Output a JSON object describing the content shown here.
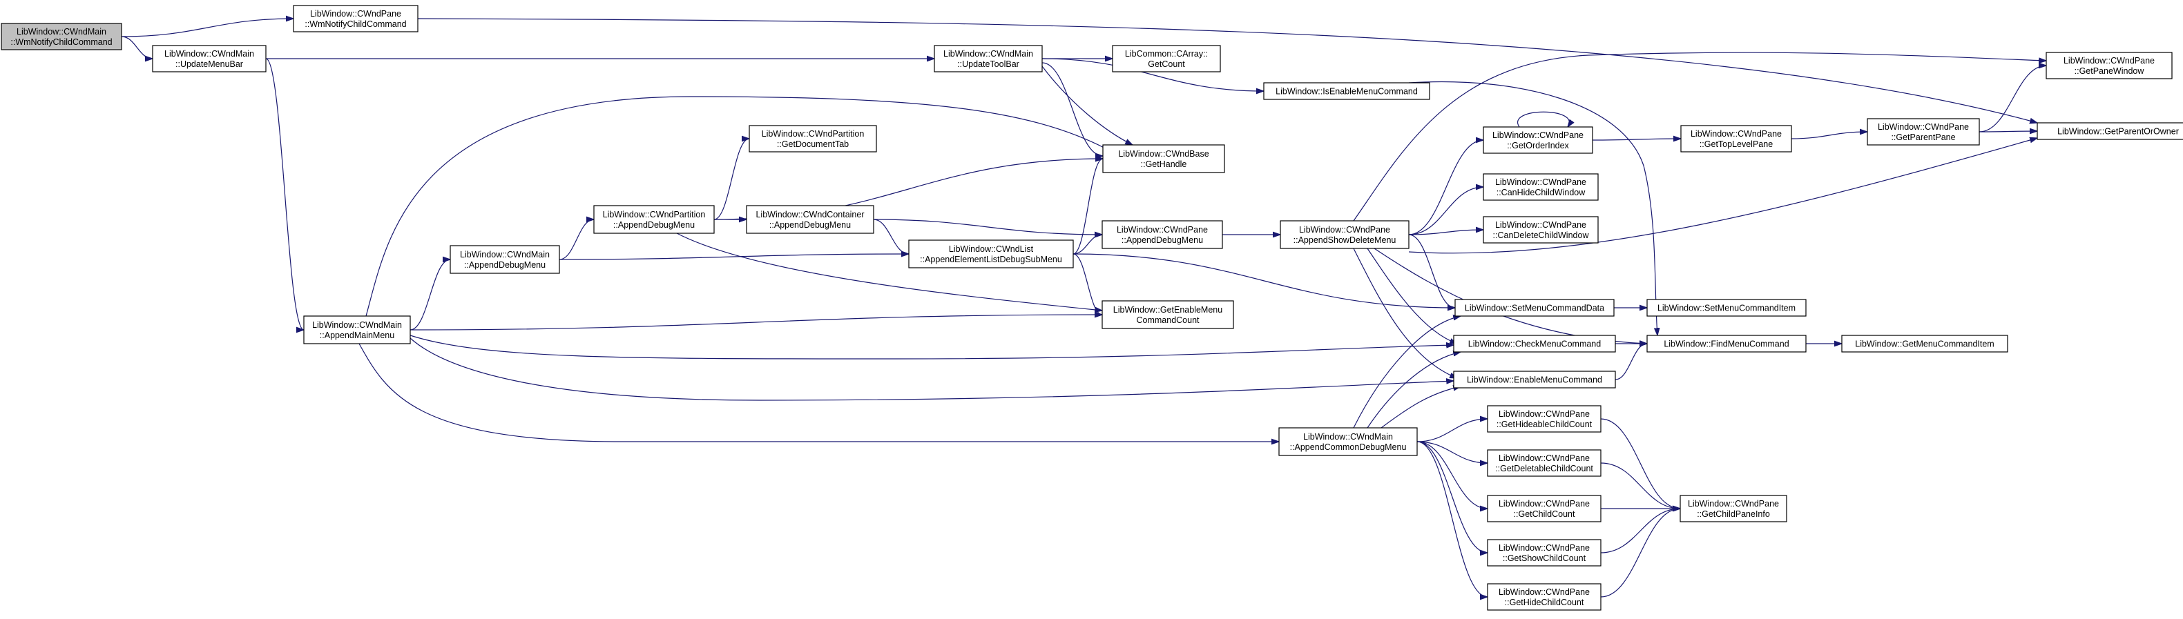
{
  "diagram": {
    "nodes": [
      {
        "id": "root",
        "lines": [
          "LibWindow::CWndMain",
          "::WmNotifyChildCommand"
        ]
      },
      {
        "id": "wmpane",
        "lines": [
          "LibWindow::CWndPane",
          "::WmNotifyChildCommand"
        ]
      },
      {
        "id": "updmenubar",
        "lines": [
          "LibWindow::CWndMain",
          "::UpdateMenuBar"
        ]
      },
      {
        "id": "updtoolbar",
        "lines": [
          "LibWindow::CWndMain",
          "::UpdateToolBar"
        ]
      },
      {
        "id": "getcount",
        "lines": [
          "LibCommon::CArray::",
          "GetCount"
        ]
      },
      {
        "id": "isenable",
        "lines": [
          "LibWindow::IsEnableMenuCommand"
        ]
      },
      {
        "id": "getpanewin",
        "lines": [
          "LibWindow::CWndPane",
          "::GetPaneWindow"
        ]
      },
      {
        "id": "getparentowner",
        "lines": [
          "LibWindow::GetParentOrOwner"
        ]
      },
      {
        "id": "getdoctab",
        "lines": [
          "LibWindow::CWndPartition",
          "::GetDocumentTab"
        ]
      },
      {
        "id": "gethandle",
        "lines": [
          "LibWindow::CWndBase",
          "::GetHandle"
        ]
      },
      {
        "id": "getorder",
        "lines": [
          "LibWindow::CWndPane",
          "::GetOrderIndex"
        ]
      },
      {
        "id": "gettop",
        "lines": [
          "LibWindow::CWndPane",
          "::GetTopLevelPane"
        ]
      },
      {
        "id": "getparentpane",
        "lines": [
          "LibWindow::CWndPane",
          "::GetParentPane"
        ]
      },
      {
        "id": "canhide",
        "lines": [
          "LibWindow::CWndPane",
          "::CanHideChildWindow"
        ]
      },
      {
        "id": "candelete",
        "lines": [
          "LibWindow::CWndPane",
          "::CanDeleteChildWindow"
        ]
      },
      {
        "id": "partdebug",
        "lines": [
          "LibWindow::CWndPartition",
          "::AppendDebugMenu"
        ]
      },
      {
        "id": "contdebug",
        "lines": [
          "LibWindow::CWndContainer",
          "::AppendDebugMenu"
        ]
      },
      {
        "id": "maindebug",
        "lines": [
          "LibWindow::CWndMain",
          "::AppendDebugMenu"
        ]
      },
      {
        "id": "listdebug",
        "lines": [
          "LibWindow::CWndList",
          "::AppendElementListDebugSubMenu"
        ]
      },
      {
        "id": "panedebug",
        "lines": [
          "LibWindow::CWndPane",
          "::AppendDebugMenu"
        ]
      },
      {
        "id": "showdelete",
        "lines": [
          "LibWindow::CWndPane",
          "::AppendShowDeleteMenu"
        ]
      },
      {
        "id": "setdata",
        "lines": [
          "LibWindow::SetMenuCommandData"
        ]
      },
      {
        "id": "setitem",
        "lines": [
          "LibWindow::SetMenuCommandItem"
        ]
      },
      {
        "id": "appendmain",
        "lines": [
          "LibWindow::CWndMain",
          "::AppendMainMenu"
        ]
      },
      {
        "id": "getenablecount",
        "lines": [
          "LibWindow::GetEnableMenu",
          "CommandCount"
        ]
      },
      {
        "id": "checkcmd",
        "lines": [
          "LibWindow::CheckMenuCommand"
        ]
      },
      {
        "id": "findcmd",
        "lines": [
          "LibWindow::FindMenuCommand"
        ]
      },
      {
        "id": "getcmditem",
        "lines": [
          "LibWindow::GetMenuCommandItem"
        ]
      },
      {
        "id": "enablecmd",
        "lines": [
          "LibWindow::EnableMenuCommand"
        ]
      },
      {
        "id": "commondebug",
        "lines": [
          "LibWindow::CWndMain",
          "::AppendCommonDebugMenu"
        ]
      },
      {
        "id": "gethideable",
        "lines": [
          "LibWindow::CWndPane",
          "::GetHideableChildCount"
        ]
      },
      {
        "id": "getdeletable",
        "lines": [
          "LibWindow::CWndPane",
          "::GetDeletableChildCount"
        ]
      },
      {
        "id": "getchildcount",
        "lines": [
          "LibWindow::CWndPane",
          "::GetChildCount"
        ]
      },
      {
        "id": "getchildinfo",
        "lines": [
          "LibWindow::CWndPane",
          "::GetChildPaneInfo"
        ]
      },
      {
        "id": "getshowcount",
        "lines": [
          "LibWindow::CWndPane",
          "::GetShowChildCount"
        ]
      },
      {
        "id": "gethidecount",
        "lines": [
          "LibWindow::CWndPane",
          "::GetHideChildCount"
        ]
      }
    ],
    "edges": [
      [
        "root",
        "wmpane"
      ],
      [
        "root",
        "updmenubar"
      ],
      [
        "wmpane",
        "getparentowner"
      ],
      [
        "updmenubar",
        "updtoolbar"
      ],
      [
        "updmenubar",
        "appendmain"
      ],
      [
        "updtoolbar",
        "getcount"
      ],
      [
        "updtoolbar",
        "isenable"
      ],
      [
        "updtoolbar",
        "gethandle"
      ],
      [
        "updtoolbar",
        "gethandle"
      ],
      [
        "isenable",
        "findcmd"
      ],
      [
        "appendmain",
        "maindebug"
      ],
      [
        "appendmain",
        "gethandle"
      ],
      [
        "appendmain",
        "getenablecount"
      ],
      [
        "appendmain",
        "checkcmd"
      ],
      [
        "appendmain",
        "enablecmd"
      ],
      [
        "appendmain",
        "commondebug"
      ],
      [
        "maindebug",
        "partdebug"
      ],
      [
        "maindebug",
        "listdebug"
      ],
      [
        "partdebug",
        "getdoctab"
      ],
      [
        "partdebug",
        "gethandle"
      ],
      [
        "partdebug",
        "contdebug"
      ],
      [
        "partdebug",
        "getenablecount"
      ],
      [
        "contdebug",
        "listdebug"
      ],
      [
        "contdebug",
        "panedebug"
      ],
      [
        "listdebug",
        "gethandle"
      ],
      [
        "listdebug",
        "panedebug"
      ],
      [
        "listdebug",
        "getenablecount"
      ],
      [
        "listdebug",
        "setdata"
      ],
      [
        "panedebug",
        "showdelete"
      ],
      [
        "showdelete",
        "getpanewin"
      ],
      [
        "showdelete",
        "getorder"
      ],
      [
        "showdelete",
        "canhide"
      ],
      [
        "showdelete",
        "candelete"
      ],
      [
        "showdelete",
        "getparentowner"
      ],
      [
        "showdelete",
        "setdata"
      ],
      [
        "showdelete",
        "checkcmd"
      ],
      [
        "showdelete",
        "enablecmd"
      ],
      [
        "showdelete",
        "findcmd"
      ],
      [
        "getorder",
        "getorder"
      ],
      [
        "getorder",
        "gettop"
      ],
      [
        "gettop",
        "getparentpane"
      ],
      [
        "getparentpane",
        "getpanewin"
      ],
      [
        "getparentpane",
        "getparentowner"
      ],
      [
        "setdata",
        "setitem"
      ],
      [
        "checkcmd",
        "findcmd"
      ],
      [
        "enablecmd",
        "findcmd"
      ],
      [
        "findcmd",
        "getcmditem"
      ],
      [
        "commondebug",
        "setdata"
      ],
      [
        "commondebug",
        "checkcmd"
      ],
      [
        "commondebug",
        "enablecmd"
      ],
      [
        "commondebug",
        "gethideable"
      ],
      [
        "commondebug",
        "getdeletable"
      ],
      [
        "commondebug",
        "getchildcount"
      ],
      [
        "commondebug",
        "getshowcount"
      ],
      [
        "commondebug",
        "gethidecount"
      ],
      [
        "gethideable",
        "getchildinfo"
      ],
      [
        "getdeletable",
        "getchildinfo"
      ],
      [
        "getchildcount",
        "getchildinfo"
      ],
      [
        "getshowcount",
        "getchildinfo"
      ],
      [
        "gethidecount",
        "getchildinfo"
      ]
    ],
    "colors": {
      "edge": "#191970",
      "node_border": "#000000",
      "root_fill": "#bfbfbf",
      "node_fill": "#ffffff"
    }
  }
}
